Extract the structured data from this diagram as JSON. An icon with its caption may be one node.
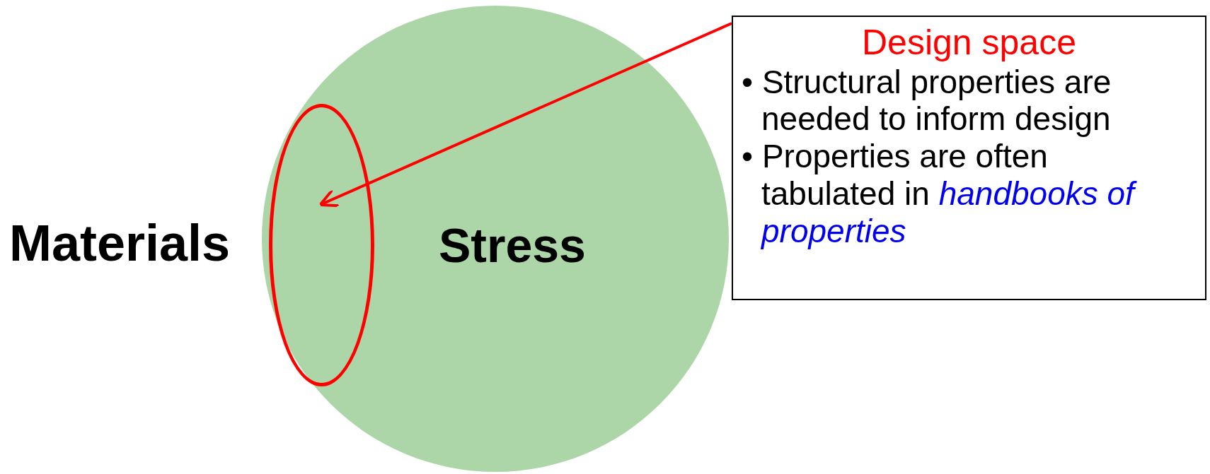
{
  "diagram": {
    "nodes": [
      {
        "text": [
          "Stress"
        ]
      },
      {
        "text": [],
        "shape": "ellipse",
        "in": 0
      },
      {
        "text": [
          "Design space",
          "• Structural properties are needed to inform design",
          "• Properties are often tabulated in *handbooks of properties*"
        ]
      }
    ],
    "edges": [
      {
        "from": 2,
        "to": 1,
        "arrow": "to",
        "color": "#ff0000"
      }
    ],
    "labels": [
      "Materials"
    ]
  }
}
